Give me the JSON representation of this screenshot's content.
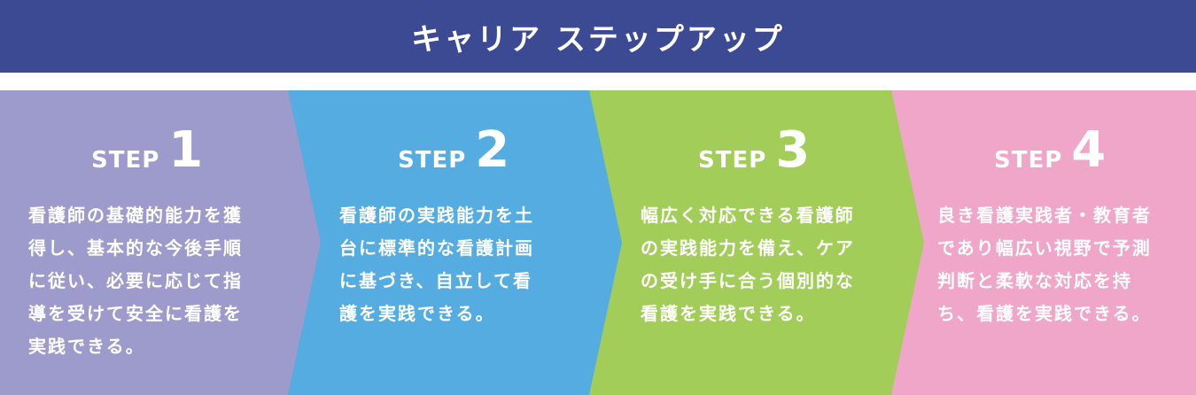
{
  "header": {
    "title": "キャリア ステップアップ"
  },
  "steps": [
    {
      "label": "STEP",
      "number": "1",
      "text": "看護師の基礎的能力を獲\n得し、基本的な今後手順\nに従い、必要に応じて指\n導を受けて安全に看護を\n実践できる。"
    },
    {
      "label": "STEP",
      "number": "2",
      "text": "看護師の実践能力を土\n台に標準的な看護計画\nに基づき、自立して看\n護を実践できる。"
    },
    {
      "label": "STEP",
      "number": "3",
      "text": "幅広く対応できる看護師\nの実践能力を備え、ケア\nの受け手に合う個別的な\n看護を実践できる。"
    },
    {
      "label": "STEP",
      "number": "4",
      "text": "良き看護実践者・教育者\nであり幅広い視野で予測\n判断と柔軟な対応を持\nち、看護を実践できる。"
    }
  ],
  "colors": {
    "header": "#3c4993",
    "step1": "#9d9bcb",
    "step2": "#54ace0",
    "step3": "#a3cd59",
    "step4": "#efa6c8",
    "text": "#ffffff"
  }
}
